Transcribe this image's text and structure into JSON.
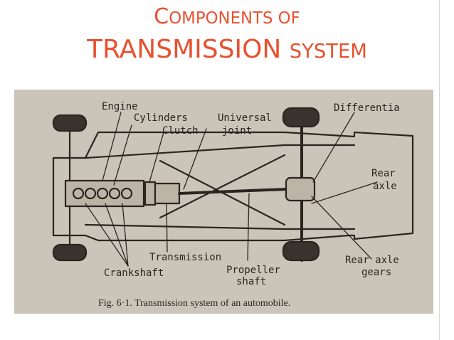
{
  "colors": {
    "title": "#e8512f",
    "paper": "#cfc8be",
    "ink": "#2b2520"
  },
  "slide": {
    "title_line1_cap": "C",
    "title_line1_rest": "OMPONENTS OF",
    "title_line2_big": "TRANSMISSION",
    "title_line2_small": "SYSTEM"
  },
  "figure": {
    "labels": {
      "engine": "Engine",
      "cylinders": "Cylinders",
      "clutch": "Clutch",
      "universal": "Universal",
      "joint": "joint",
      "differential": "Differentia",
      "rear": "Rear",
      "axle": "axle",
      "transmission": "Transmission",
      "crankshaft": "Crankshaft",
      "propeller": "Propeller",
      "shaft": "shaft",
      "rear_axle": "Rear axle",
      "gears": "gears"
    },
    "caption": "Fig. 6·1.   Transmission system of an automobile."
  }
}
